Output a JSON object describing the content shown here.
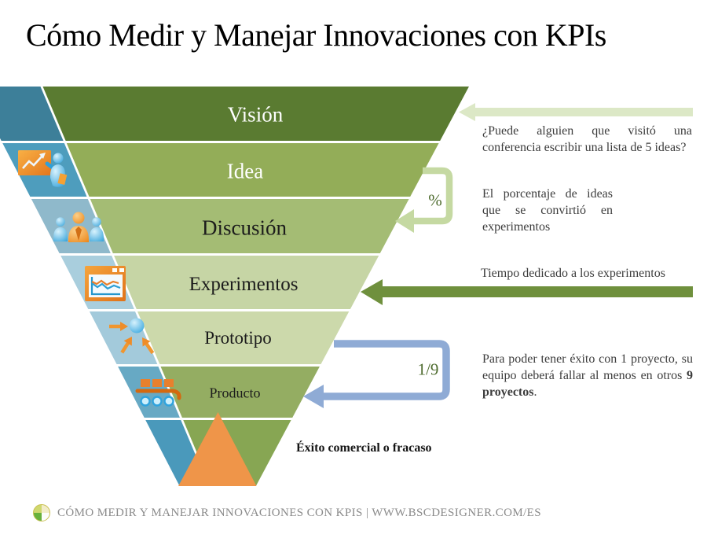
{
  "title": "Cómo Medir y Manejar Innovaciones con KPIs",
  "pyramid": {
    "levels": [
      {
        "label": "Visión",
        "green": "#5a7b31",
        "blue": "#3d7f99"
      },
      {
        "label": "Idea",
        "green": "#93ad58",
        "blue": "#4e9dbd"
      },
      {
        "label": "Discusión",
        "green": "#a4bc74",
        "blue": "#8fb9cb"
      },
      {
        "label": "Experimentos",
        "green": "#c6d5a5",
        "blue": "#a9cedd"
      },
      {
        "label": "Prototipo",
        "green": "#ccd9ab",
        "blue": "#a3cadb"
      },
      {
        "label": "Producto",
        "green": "#94ad62",
        "blue": "#67a9c4"
      },
      {
        "label": "",
        "green": "#87a653",
        "blue": "#4a99bb"
      }
    ],
    "tip_color": "#ef9549"
  },
  "annotations": {
    "vision": {
      "text": "¿Puede alguien que visitó una conferencia escribir una lista de 5 ideas?",
      "arrow_color": "#dce8c6"
    },
    "percent": {
      "symbol": "%",
      "text": "El porcentaje de ideas que se convirtió en experimentos",
      "bracket_color": "#c5d9a2",
      "symbol_color": "#4d6b2d"
    },
    "experiments": {
      "text": "Tiempo dedicado a los experimentos",
      "arrow_color": "#6f903d"
    },
    "ratio": {
      "symbol": "1/9",
      "text_1": "Para poder tener éxito con 1 proyecto, su equipo deberá fallar al menos en otros ",
      "text_bold": "9 proyectos",
      "text_2": ".",
      "bracket_color": "#8fabd5",
      "symbol_color": "#4d6b2d"
    },
    "outcome": {
      "text": "Éxito comercial o fracaso"
    }
  },
  "icons": {
    "idea": "presenter-board-icon",
    "discusion": "team-people-icon",
    "experimentos": "chart-window-icon",
    "prototipo": "converging-arrows-ball-icon",
    "producto": "conveyor-belt-icon",
    "footer": "sphere-logo-icon"
  },
  "colors": {
    "annotation_text": "#3c3c3c",
    "title_text": "#000000",
    "footer_text": "#8a8a8a",
    "label_light": "#ffffff",
    "label_dark": "#1c1c1c"
  },
  "footer": {
    "text": "CÓMO MEDIR Y MANEJAR INNOVACIONES CON KPIS | WWW.BSCDESIGNER.COM/ES"
  }
}
